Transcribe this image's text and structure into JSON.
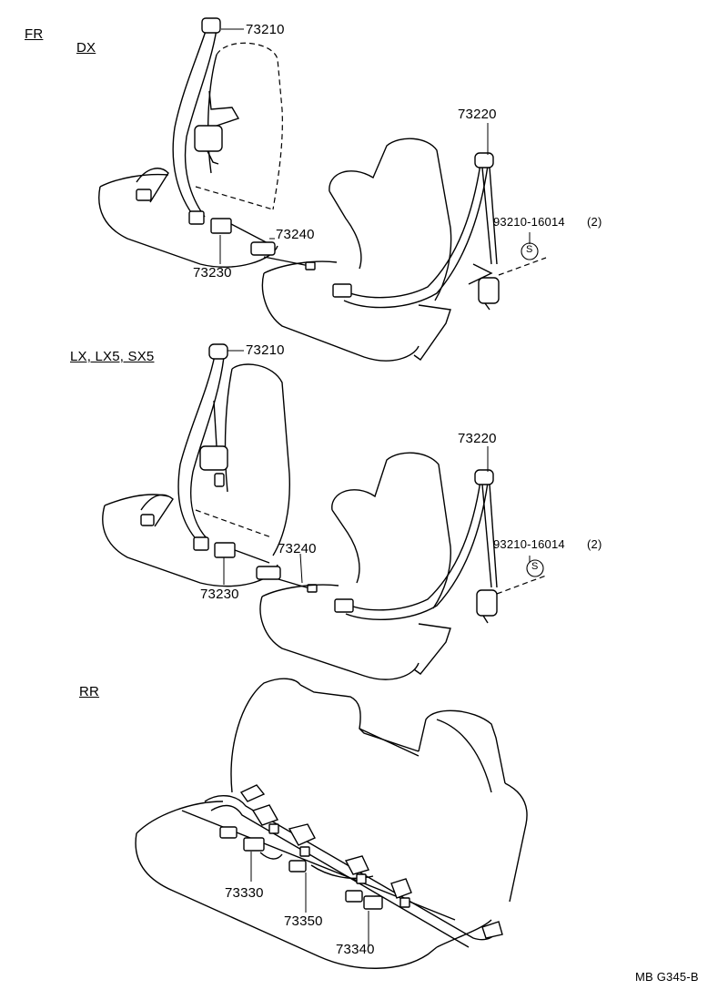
{
  "sections": {
    "front": "FR",
    "front_grade_1": "DX",
    "front_grade_2": "LX, LX5, SX5",
    "rear": "RR"
  },
  "parts": {
    "dx_shoulder_belt": "73210",
    "dx_passenger_belt": "73220",
    "dx_inner_belt": "73230",
    "dx_buckle": "73240",
    "dx_bolt": "93210-16014",
    "dx_bolt_qty": "(2)",
    "lx_shoulder_belt": "73210",
    "lx_passenger_belt": "73220",
    "lx_inner_belt": "73230",
    "lx_buckle": "73240",
    "lx_bolt": "93210-16014",
    "lx_bolt_qty": "(2)",
    "rr_belt_1": "73330",
    "rr_belt_2": "73350",
    "rr_belt_3": "73340"
  },
  "symbols": {
    "standard_part": "S"
  },
  "figure_code": "MB G345-B"
}
